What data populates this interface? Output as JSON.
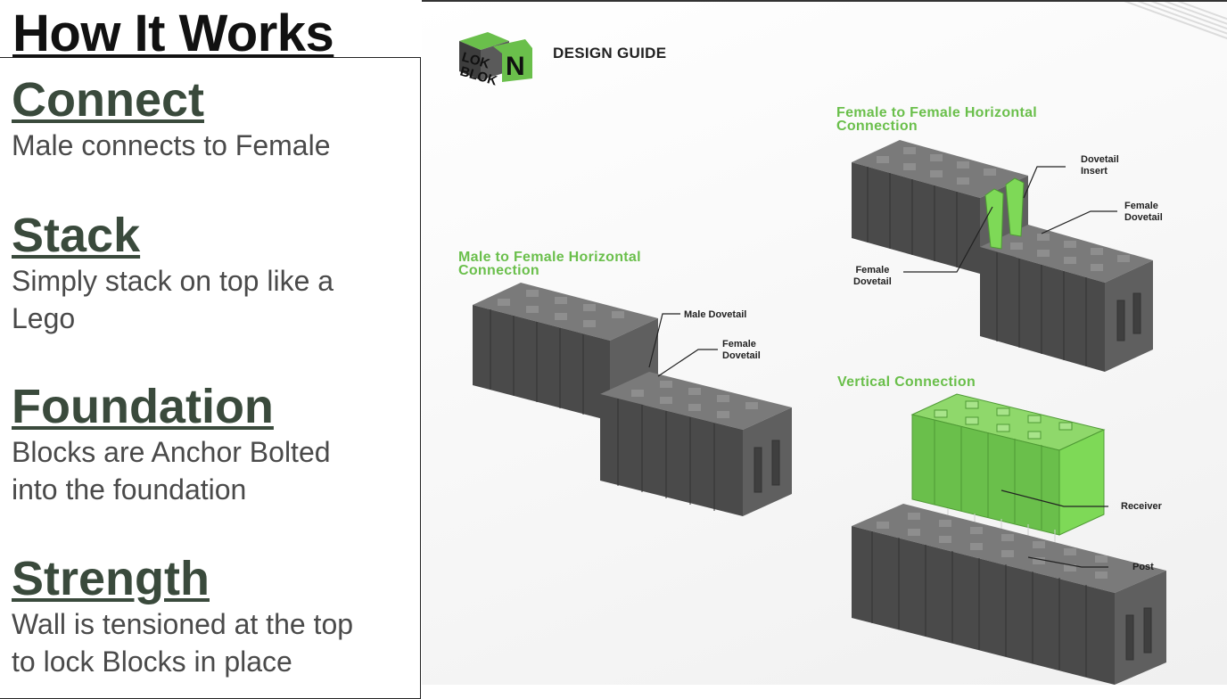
{
  "title": "How It Works",
  "sections": [
    {
      "heading": "Connect",
      "body": [
        "Male connects to Female"
      ]
    },
    {
      "heading": "Stack",
      "body": [
        "Simply stack on top like a",
        "Lego"
      ]
    },
    {
      "heading": "Foundation",
      "body": [
        "Blocks are Anchor Bolted",
        "into the foundation"
      ]
    },
    {
      "heading": "Strength",
      "body": [
        "Wall is tensioned at the top",
        "to lock Blocks in place"
      ]
    }
  ],
  "guide": {
    "logo_text": [
      "LOK",
      "BLOK",
      "N"
    ],
    "header": "DESIGN GUIDE",
    "male_female": {
      "caption": [
        "Male to Female Horizontal",
        "Connection"
      ],
      "label_male": "Male Dovetail",
      "label_female": [
        "Female",
        "Dovetail"
      ]
    },
    "female_female": {
      "caption": [
        "Female to Female Horizontal",
        "Connection"
      ],
      "label_insert": [
        "Dovetail",
        "Insert"
      ],
      "label_female_right": [
        "Female",
        "Dovetail"
      ],
      "label_female_left": [
        "Female",
        "Dovetail"
      ]
    },
    "vertical": {
      "caption": "Vertical Connection",
      "label_receiver": "Receiver",
      "label_post": "Post"
    }
  },
  "colors": {
    "heading": "#3a4a3c",
    "body": "#4a4a4a",
    "accent_green": "#6abf4b",
    "block_grey": "#5a5a5a"
  }
}
